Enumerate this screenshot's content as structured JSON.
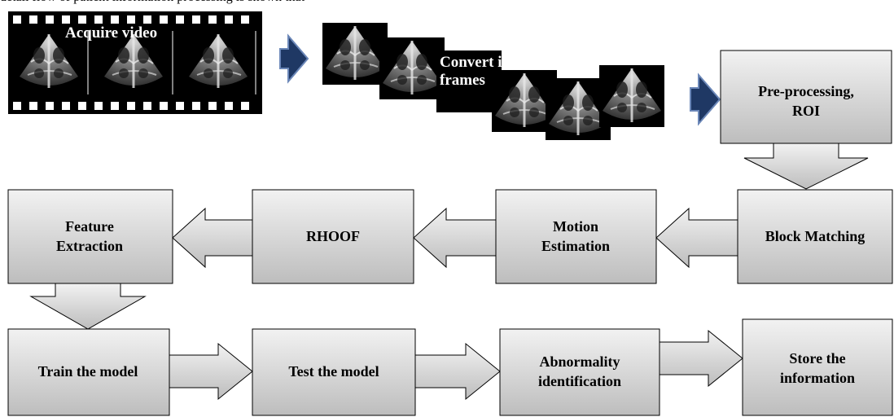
{
  "caption": "detail flow of patient information processing is shown that",
  "video": {
    "label": "Acquire video"
  },
  "frames": {
    "label_line1": "Convert into",
    "label_line2": "frames"
  },
  "steps": {
    "preprocessing": {
      "line1": "Pre-processing,",
      "line2": "ROI"
    },
    "block_matching": {
      "line1": "Block Matching"
    },
    "motion_estimation": {
      "line1": "Motion",
      "line2": "Estimation"
    },
    "rhoof": {
      "line1": "RHOOF"
    },
    "feature_extraction": {
      "line1": "Feature",
      "line2": "Extraction"
    },
    "train_model": {
      "line1": "Train the model"
    },
    "test_model": {
      "line1": "Test the model"
    },
    "abnormality": {
      "line1": "Abnormality",
      "line2": "identification"
    },
    "store_info": {
      "line1": "Store the",
      "line2": "information"
    }
  },
  "colors": {
    "box_light": "#efefef",
    "box_dark": "#bcbcbc",
    "arrow_navy": "#1f3864",
    "film": "#000000",
    "ultrasound": "#b8b8b8"
  }
}
